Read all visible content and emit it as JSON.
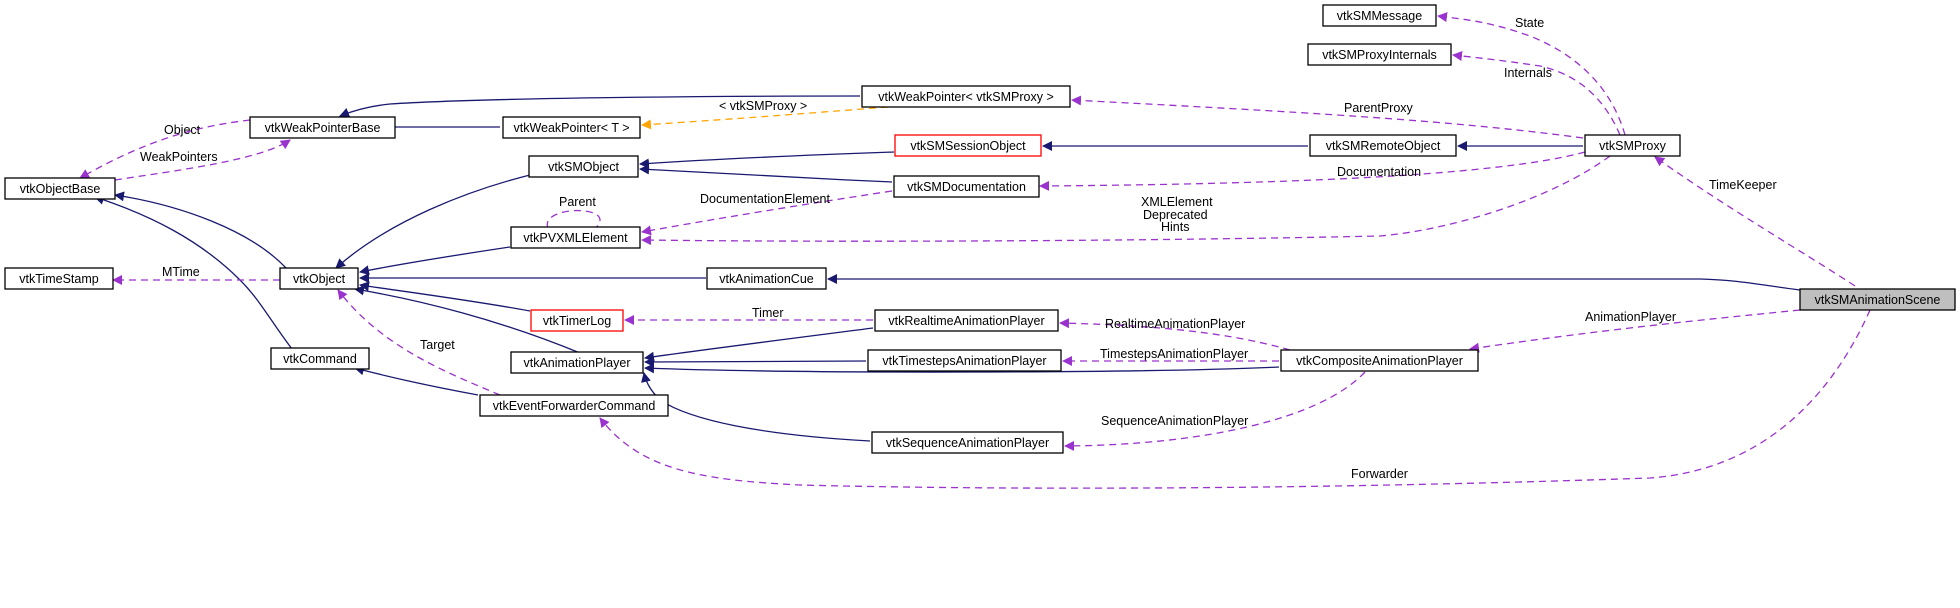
{
  "diagram": {
    "nodes": {
      "vtkSMMessage": "vtkSMMessage",
      "vtkSMProxyInternals": "vtkSMProxyInternals",
      "vtkWeakPointer_vtkSMProxy": "vtkWeakPointer< vtkSMProxy >",
      "vtkWeakPointerBase": "vtkWeakPointerBase",
      "vtkWeakPointer_T": "vtkWeakPointer< T >",
      "vtkSMSessionObject": "vtkSMSessionObject",
      "vtkSMRemoteObject": "vtkSMRemoteObject",
      "vtkSMProxy": "vtkSMProxy",
      "vtkObjectBase": "vtkObjectBase",
      "vtkSMObject": "vtkSMObject",
      "vtkSMDocumentation": "vtkSMDocumentation",
      "vtkPVXMLElement": "vtkPVXMLElement",
      "vtkTimeStamp": "vtkTimeStamp",
      "vtkObject": "vtkObject",
      "vtkAnimationCue": "vtkAnimationCue",
      "vtkSMAnimationScene": "vtkSMAnimationScene",
      "vtkTimerLog": "vtkTimerLog",
      "vtkRealtimeAnimationPlayer": "vtkRealtimeAnimationPlayer",
      "vtkCommand": "vtkCommand",
      "vtkAnimationPlayer": "vtkAnimationPlayer",
      "vtkTimestepsAnimationPlayer": "vtkTimestepsAnimationPlayer",
      "vtkCompositeAnimationPlayer": "vtkCompositeAnimationPlayer",
      "vtkEventForwarderCommand": "vtkEventForwarderCommand",
      "vtkSequenceAnimationPlayer": "vtkSequenceAnimationPlayer"
    },
    "labels": {
      "state": "State",
      "internals": "Internals",
      "vtkSMProxy_template": "< vtkSMProxy >",
      "parentProxy": "ParentProxy",
      "object": "Object",
      "weakPointers": "WeakPointers",
      "documentation": "Documentation",
      "timeKeeper": "TimeKeeper",
      "documentationElement": "DocumentationElement",
      "parent": "Parent",
      "xmlElement": "XMLElement",
      "deprecated": "Deprecated",
      "hints": "Hints",
      "mtime": "MTime",
      "timer": "Timer",
      "realtimeAnimationPlayer": "RealtimeAnimationPlayer",
      "animationPlayer": "AnimationPlayer",
      "timestepsAnimationPlayer": "TimestepsAnimationPlayer",
      "target": "Target",
      "sequenceAnimationPlayer": "SequenceAnimationPlayer",
      "forwarder": "Forwarder"
    },
    "colors": {
      "inheritance": "#191970",
      "usage": "#9a32cd",
      "template": "#ffa500",
      "focus_fill": "#bfbfbf",
      "incomplete_border": "#ff0000"
    }
  }
}
